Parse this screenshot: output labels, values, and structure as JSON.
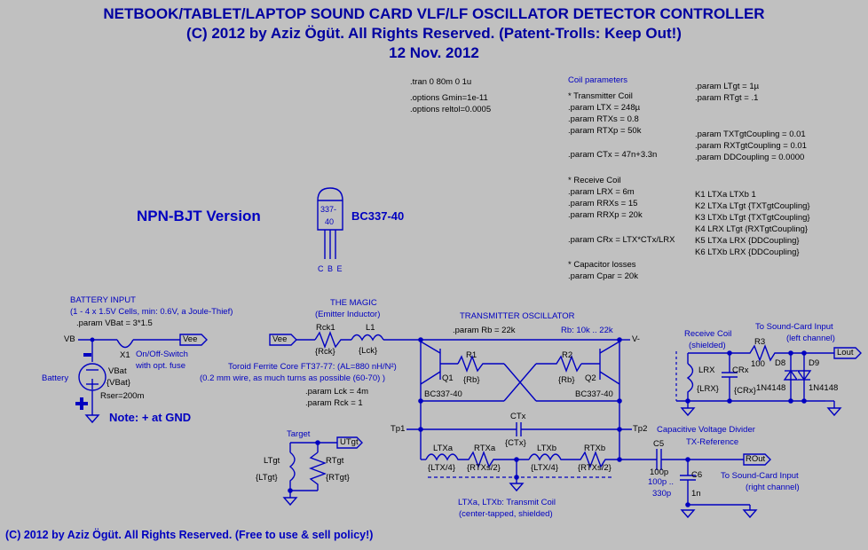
{
  "header": {
    "title": "NETBOOK/TABLET/LAPTOP SOUND CARD VLF/LF OSCILLATOR DETECTOR CONTROLLER",
    "copyright": "(C) 2012 by Aziz Ögüt. All Rights Reserved. (Patent-Trolls: Keep Out!)",
    "date": "12 Nov. 2012"
  },
  "footer": "(C) 2012 by Aziz Ögüt. All Rights Reserved. (Free to use & sell policy!)",
  "sim_directives": [
    ".tran 0 80m 0 1u",
    ".options Gmin=1e-11",
    ".options reltol=0.0005"
  ],
  "coil_params": {
    "heading": "Coil parameters",
    "tx": [
      "* Transmitter Coil",
      ".param LTX = 248µ",
      ".param RTXs = 0.8",
      ".param RTXp = 50k",
      "",
      ".param CTx = 47n+3.3n"
    ],
    "rx": [
      "* Receive Coil",
      ".param LRX = 6m",
      ".param RRXs = 15",
      ".param RRXp = 20k",
      "",
      ".param CRx = LTX*CTx/LRX",
      "",
      "* Capacitor losses",
      ".param Cpar = 20k"
    ],
    "target": [
      ".param LTgt = 1µ",
      ".param RTgt = .1"
    ],
    "coupling": [
      ".param TXTgtCoupling = 0.01",
      ".param RXTgtCoupling = 0.01",
      ".param DDCoupling = 0.0000"
    ],
    "k_statements": [
      "K1 LTXa LTXb 1",
      "K2 LTXa LTgt {TXTgtCoupling}",
      "K3 LTXb LTgt {TXTgtCoupling}",
      "K4 LRX LTgt {RXTgtCoupling}",
      "K5 LTXa LRX {DDCoupling}",
      "K6 LTXb LRX {DDCoupling}"
    ]
  },
  "version": {
    "label": "NPN-BJT Version",
    "part": "BC337-40",
    "pkg_marking_1": "337-",
    "pkg_marking_2": "40",
    "pins": "C B E"
  },
  "battery": {
    "heading": "BATTERY INPUT",
    "desc": "(1 - 4 x 1.5V Cells, min: 0.6V, a Joule-Thief)",
    "param": ".param VBat = 3*1.5",
    "node": "VB",
    "minus": "-",
    "plus": "+",
    "label": "Battery",
    "name": "VBat",
    "value": "{VBat}",
    "rser": "Rser=200m",
    "note": "Note: + at GND",
    "switch_name": "X1",
    "switch_desc_1": "On/Off-Switch",
    "switch_desc_2": "with opt. fuse",
    "port": "Vee"
  },
  "magic": {
    "heading": "THE MAGIC",
    "sub": "(Emitter Inductor)",
    "port": "Vee",
    "r_name": "Rck1",
    "r_value": "{Rck}",
    "l_name": "L1",
    "l_value": "{Lck}",
    "core": "Toroid Ferrite Core FT37-77: (AL=880 nH/N²)",
    "wire": "(0.2 mm wire, as much turns as possible (60-70) )",
    "p_lck": ".param Lck = 4m",
    "p_rck": ".param Rck = 1"
  },
  "oscillator": {
    "heading": "TRANSMITTER OSCILLATOR",
    "param": ".param Rb = 22k",
    "range": "Rb: 10k .. 22k",
    "vminus": "V-",
    "q1": "Q1",
    "q2": "Q2",
    "q1_model": "BC337-40",
    "q2_model": "BC337-40",
    "r1": "R1",
    "r2": "R2",
    "r1_val": "{Rb}",
    "r2_val": "{Rb}",
    "tp1": "Tp1",
    "tp2": "Tp2",
    "ctx": "CTx",
    "ctx_val": "{CTx}",
    "ltxa": "LTXa",
    "ltxa_val": "{LTX/4}",
    "rtxa": "RTXa",
    "rtxa_val": "{RTXs/2}",
    "ltxb": "LTXb",
    "ltxb_val": "{LTX/4}",
    "rtxb": "RTXb",
    "rtxb_val": "{RTXs/2}",
    "coil_note_1": "LTXa, LTXb: Transmit Coil",
    "coil_note_2": "(center-tapped, shielded)"
  },
  "target": {
    "heading": "Target",
    "port": "UTgt",
    "l": "LTgt",
    "l_val": "{LTgt}",
    "r": "RTgt",
    "r_val": "{RTgt}"
  },
  "receiver": {
    "heading_1": "Receive Coil",
    "heading_2": "(shielded)",
    "out_heading_1": "To Sound-Card Input",
    "out_heading_2": "(left channel)",
    "lrx": "LRX",
    "lrx_val": "{LRX}",
    "crx": "CRx",
    "crx_val": "{CRx}",
    "r3": "R3",
    "r3_val": "100",
    "d8": "D8",
    "d9": "D9",
    "d8_val": "1N4148",
    "d9_val": "1N4148",
    "port": "Lout"
  },
  "divider": {
    "heading": "Capacitive Voltage Divider",
    "sub": "TX-Reference",
    "c5": "C5",
    "c5_val": "100p",
    "c5_range_1": "100p ..",
    "c5_range_2": "330p",
    "c6": "C6",
    "c6_val": "1n",
    "port": "ROut",
    "out_1": "To Sound-Card Input",
    "out_2": "(right channel)"
  }
}
